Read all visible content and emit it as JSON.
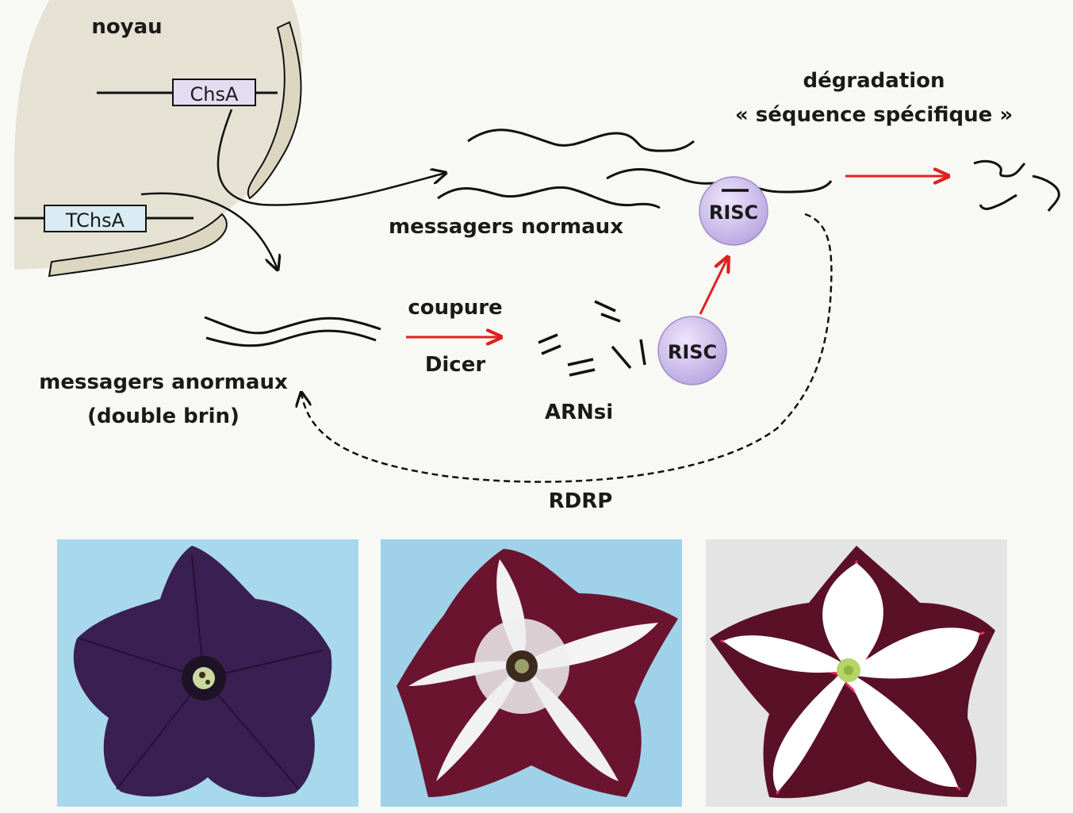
{
  "labels": {
    "nucleus": "noyau",
    "gene_chsa": "ChsA",
    "gene_tchsa": "TChsA",
    "normal_messengers": "messagers normaux",
    "degradation_line1": "dégradation",
    "degradation_line2": "« séquence spécifique »",
    "abnormal_line1": "messagers anormaux",
    "abnormal_line2": "(double brin)",
    "cut": "coupure",
    "dicer": "Dicer",
    "sirna": "ARNsi",
    "risc_upper": "RISC",
    "risc_lower": "RISC",
    "rdrp": "RDRP"
  },
  "colors": {
    "background": "#f8f8f4",
    "nucleus_fill": "#e5e2d4",
    "membrane_fill": "#dcd6c0",
    "chsa_box": "#e4ddf2",
    "tchsa_box": "#d9ecf3",
    "risc_fill": "#cdbde9",
    "red_arrow": "#e02020",
    "flower_blue_bg": "#a8d8ec",
    "flower_gray_bg": "#e4e4e4",
    "purple_flower": "#3a1f52",
    "burgundy": "#5a1027"
  },
  "photos": [
    {
      "name": "flower-purple",
      "description_icon": "petunia-purple-icon"
    },
    {
      "name": "flower-variegated",
      "description_icon": "petunia-variegated-icon"
    },
    {
      "name": "flower-star",
      "description_icon": "petunia-star-icon"
    }
  ]
}
